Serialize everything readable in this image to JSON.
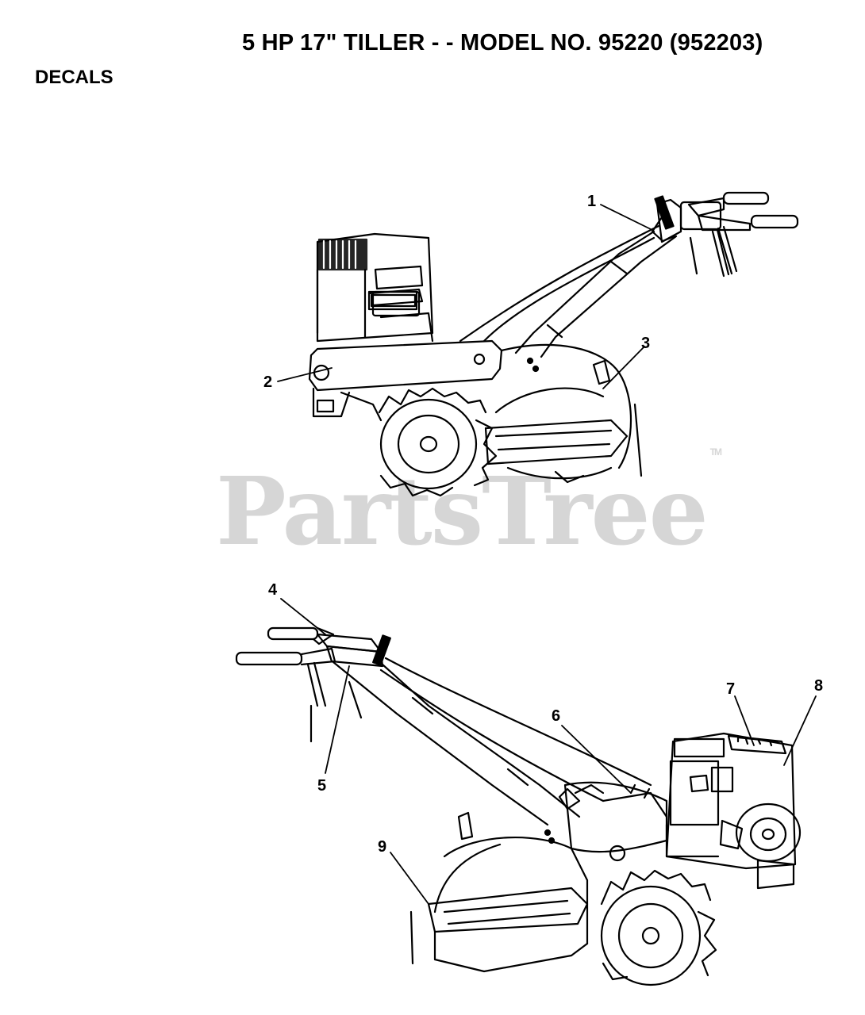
{
  "header": {
    "title": "5 HP 17\" TILLER - - MODEL NO. 95220 (952203)",
    "section": "DECALS"
  },
  "watermark": {
    "text": "PartsTree",
    "mark": "TM"
  },
  "callouts": [
    "1",
    "2",
    "3",
    "4",
    "5",
    "6",
    "7",
    "8",
    "9"
  ],
  "colors": {
    "ink": "#000000",
    "paper": "#ffffff",
    "watermark": "#d6d6d6"
  }
}
